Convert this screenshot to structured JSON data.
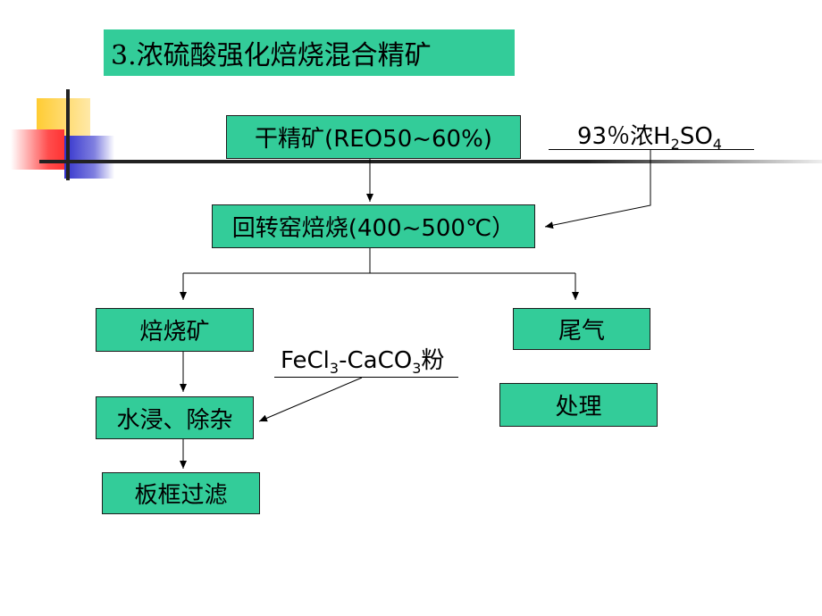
{
  "title": "3.浓硫酸强化焙烧混合精矿",
  "nodes": {
    "dry_concentrate": "干精矿(REO50~60%)",
    "kiln": "回转窑焙烧(400~500℃）",
    "roasted_ore": "焙烧矿",
    "tail_gas": "尾气",
    "water_leach": "水浸、除杂",
    "treatment": "处理",
    "filter": "板框过滤"
  },
  "reagents": {
    "acid": {
      "prefix": "93％浓H",
      "sub1": "2",
      "mid": "SO",
      "sub2": "4"
    },
    "fecl": {
      "part1": "FeCl",
      "sub1": "3",
      "part2": "-CaCO",
      "sub2": "3",
      "part3": "粉"
    }
  },
  "colors": {
    "box_fill": "#33cc99",
    "deco_yellow": "#ffcc33",
    "deco_red": "#ff3333",
    "deco_blue": "#3333cc"
  }
}
